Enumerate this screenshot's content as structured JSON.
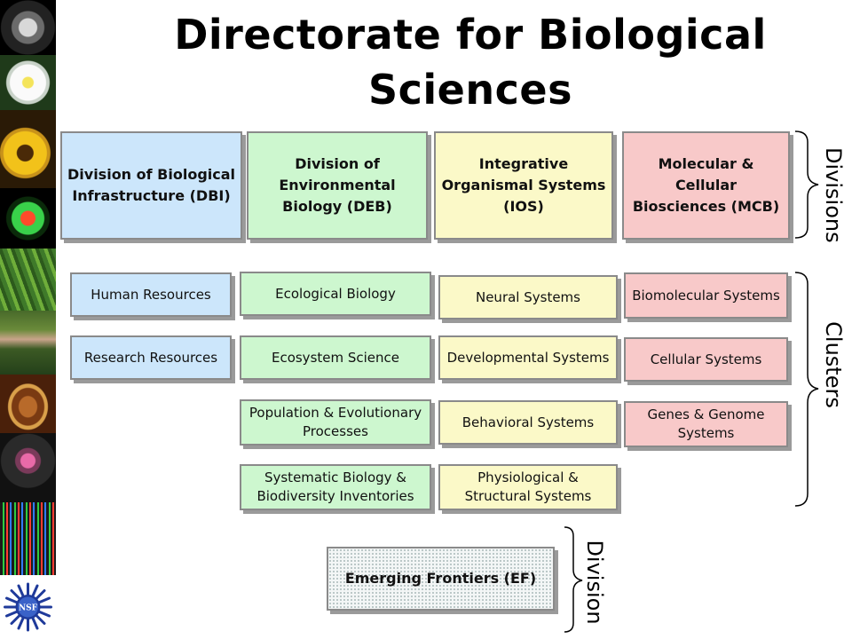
{
  "title": "Directorate for Biological Sciences",
  "divisions": [
    {
      "label": "Division of Biological Infrastructure (DBI)",
      "color": "#cce6fb"
    },
    {
      "label": "Division of Environmental Biology (DEB)",
      "color": "#cdf7cf"
    },
    {
      "label": "Integrative Organismal Systems (IOS)",
      "color": "#fbf9c8"
    },
    {
      "label": "Molecular & Cellular Biosciences (MCB)",
      "color": "#f8c9c9"
    }
  ],
  "clusters": {
    "dbi": [
      "Human Resources",
      "Research Resources"
    ],
    "deb": [
      "Ecological Biology",
      "Ecosystem Science",
      "Population & Evolutionary Processes",
      "Systematic Biology & Biodiversity Inventories"
    ],
    "ios": [
      "Neural Systems",
      "Developmental Systems",
      "Behavioral Systems",
      "Physiological & Structural Systems"
    ],
    "mcb": [
      "Biomolecular Systems",
      "Cellular Systems",
      "Genes & Genome Systems"
    ]
  },
  "emerging": "Emerging Frontiers (EF)",
  "labels": {
    "divisions": "Divisions",
    "clusters": "Clusters",
    "division": "Division"
  },
  "logo": "NSF",
  "photo_strip": [
    "seashell-icon",
    "white-flower-icon",
    "insect-on-flower-icon",
    "fluorescent-cell-icon",
    "corn-plants-icon",
    "field-researchers-icon",
    "frog-icon",
    "star-nosed-mole-icon",
    "dna-sequence-icon",
    "nsf-logo-icon"
  ]
}
